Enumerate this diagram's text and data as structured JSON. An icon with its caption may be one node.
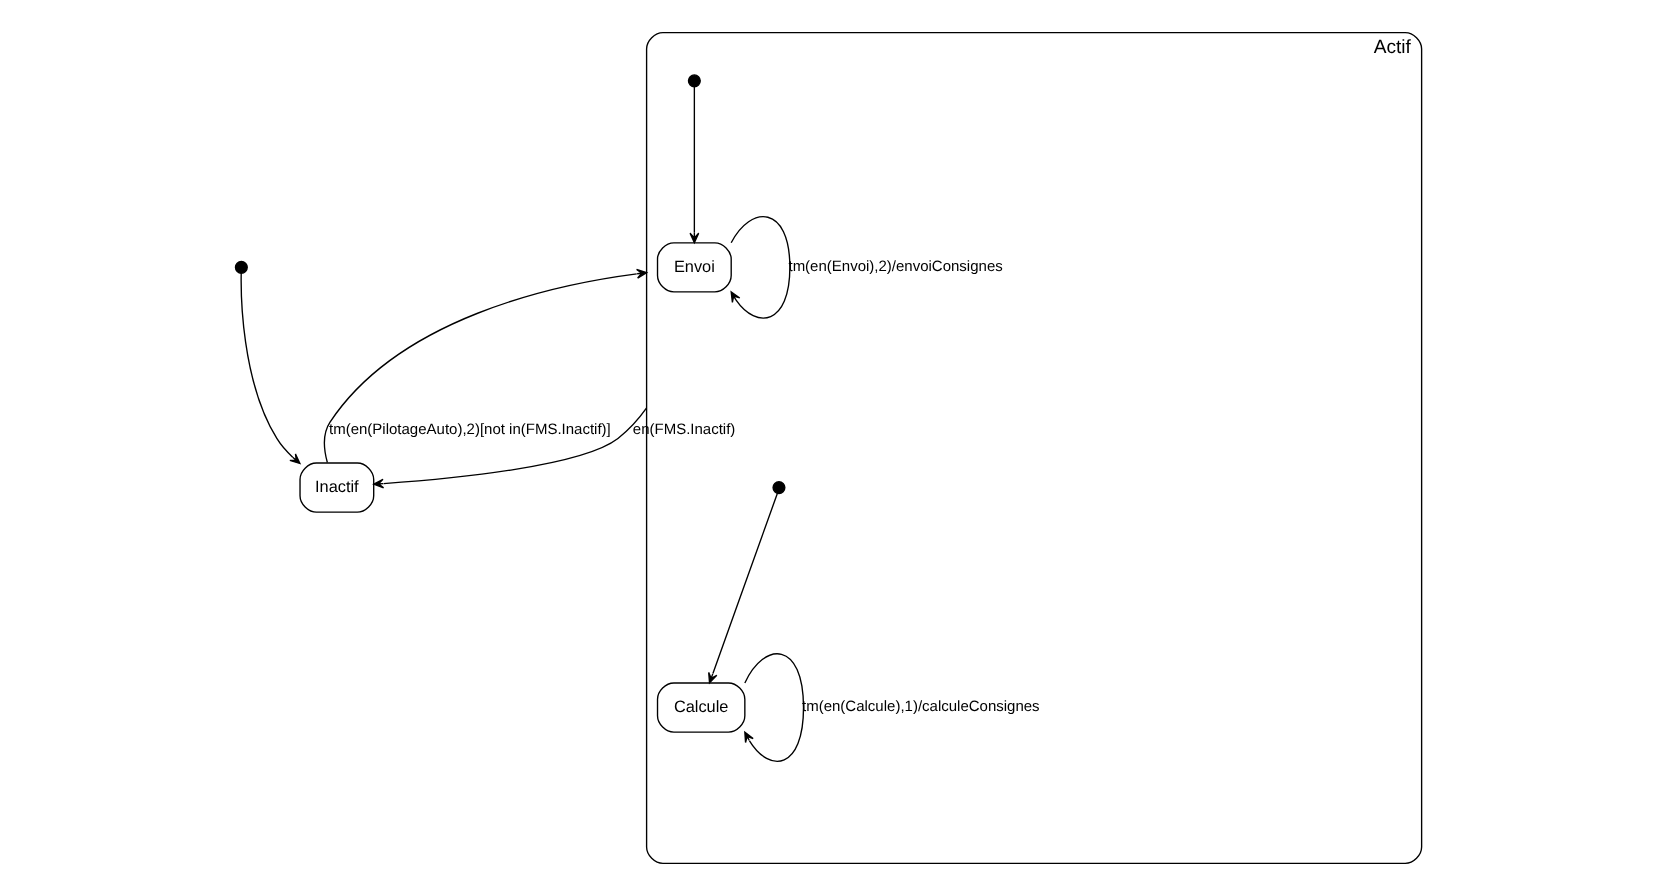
{
  "diagram": {
    "nodes": [
      {
        "text": [],
        "shape": "circle"
      },
      {
        "text": [
          "Inactif"
        ]
      },
      {
        "text": [
          "Actif"
        ]
      },
      {
        "text": [],
        "shape": "circle",
        "in": 2
      },
      {
        "text": [
          "Envoi"
        ],
        "in": 2
      },
      {
        "text": [],
        "shape": "circle",
        "in": 2
      },
      {
        "text": [
          "Calcule"
        ],
        "in": 2
      }
    ],
    "edges": [
      {
        "from": 0,
        "to": 1,
        "arrow": "to"
      },
      {
        "from": 1,
        "to": 2,
        "arrow": "to",
        "label": "tm(en(PilotageAuto),2)[not in(FMS.Inactif)]"
      },
      {
        "from": 2,
        "to": 1,
        "arrow": "to",
        "label": "en(FMS.Inactif)"
      },
      {
        "from": 3,
        "to": 4,
        "arrow": "to"
      },
      {
        "from": 4,
        "to": 4,
        "arrow": "to",
        "label": "tm(en(Envoi),2)/envoiConsignes"
      },
      {
        "from": 5,
        "to": 6,
        "arrow": "to"
      },
      {
        "from": 6,
        "to": 6,
        "arrow": "to",
        "label": "tm(en(Calcule),1)/calculeConsignes"
      }
    ]
  }
}
